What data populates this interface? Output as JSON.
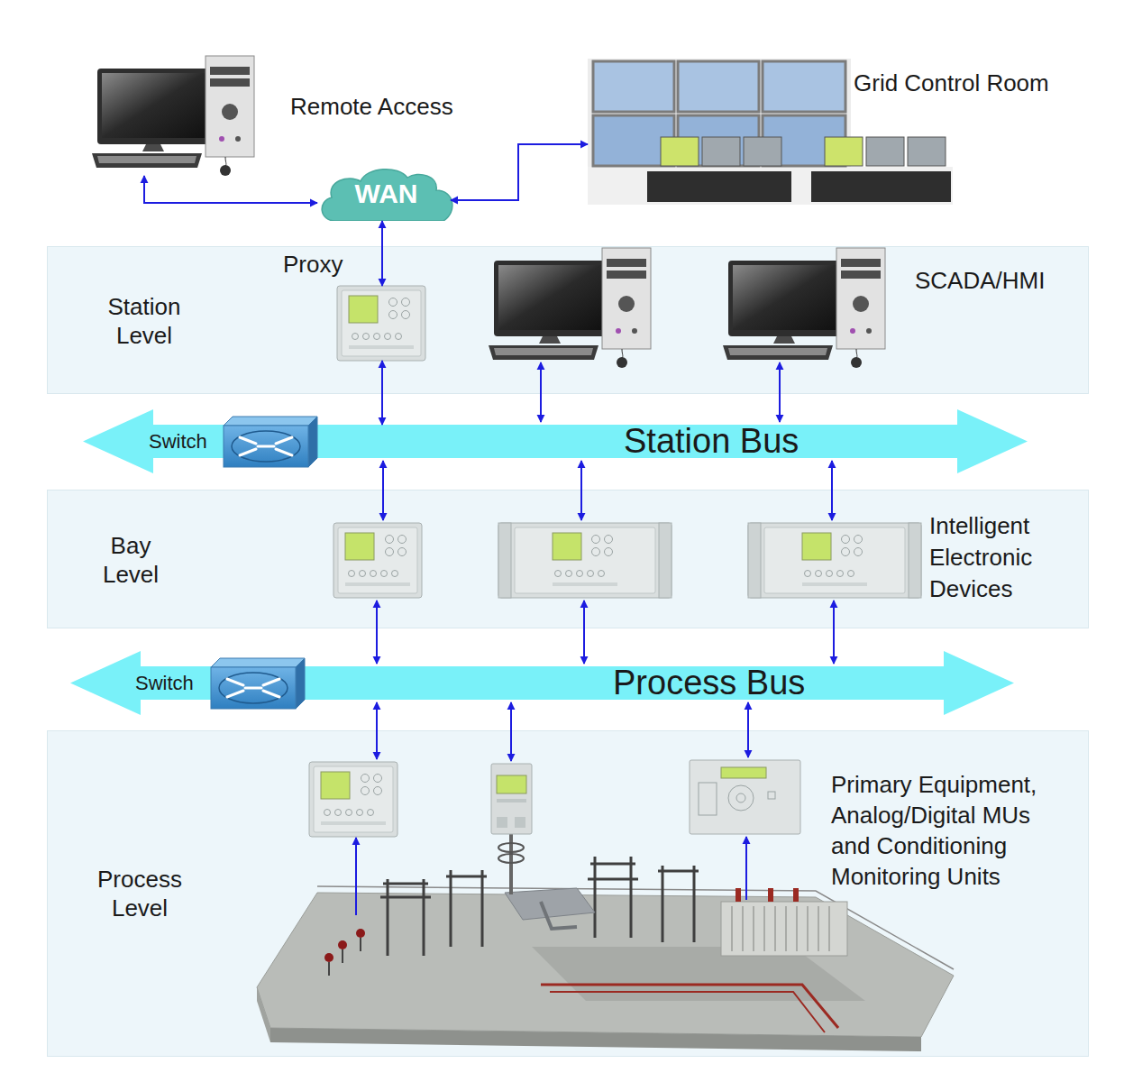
{
  "diagram": {
    "nodes": [
      {
        "text": [
          "Remote Access"
        ]
      },
      {
        "text": [
          "WAN"
        ]
      },
      {
        "text": [
          "Grid Control Room"
        ]
      },
      {
        "text": [
          "Station Level",
          "SCADA/HMI"
        ]
      },
      {
        "text": [
          "Proxy"
        ],
        "in": 3
      },
      {
        "text": [
          "Switch",
          "Station Bus"
        ]
      },
      {
        "text": [
          "Bay Level",
          "Intelligent Electronic Devices"
        ]
      },
      {
        "text": [
          "Switch",
          "Process Bus"
        ]
      },
      {
        "text": [
          "Process Level",
          "Primary Equipment, Analog/Digital MUs and Conditioning Monitoring Units"
        ]
      }
    ],
    "edges": [
      {
        "from": 0,
        "to": 1,
        "arrow": "both"
      },
      {
        "from": 1,
        "to": 2,
        "arrow": "both"
      },
      {
        "from": 1,
        "to": 4,
        "arrow": "both"
      },
      {
        "from": 4,
        "to": 5,
        "arrow": "both"
      }
    ]
  }
}
